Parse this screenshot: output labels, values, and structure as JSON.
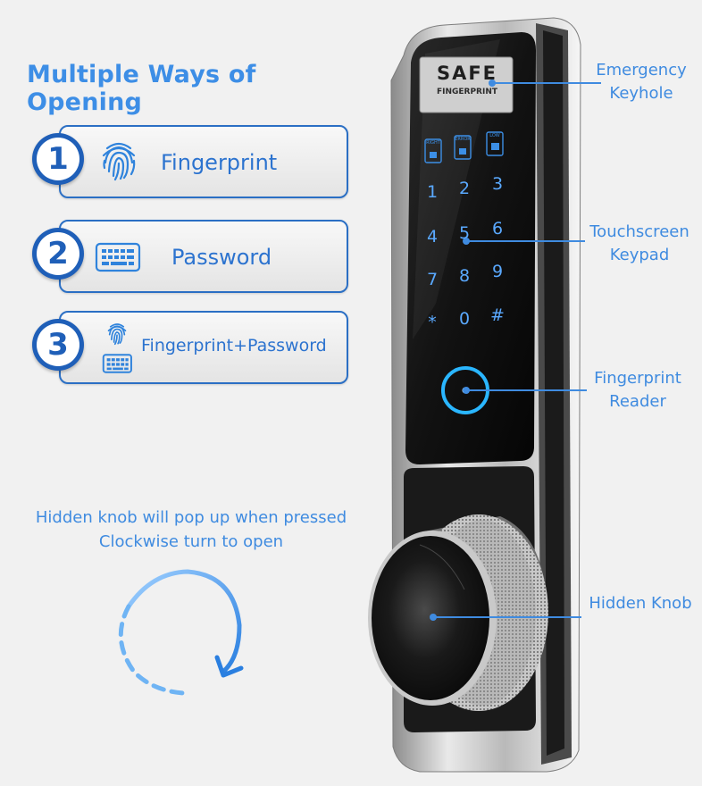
{
  "title": "Multiple Ways of Opening",
  "methods": [
    {
      "number": "1",
      "label": "Fingerprint",
      "icon": "fingerprint-icon"
    },
    {
      "number": "2",
      "label": "Password",
      "icon": "keyboard-icon"
    },
    {
      "number": "3",
      "label": "Fingerprint+Password",
      "icons": [
        "fingerprint-icon",
        "keyboard-icon"
      ]
    }
  ],
  "knob_note": {
    "line1": "Hidden knob will pop up when pressed",
    "line2": "Clockwise turn to open"
  },
  "lock": {
    "brand": "SAFE",
    "brand_sub": "FINGERPRINT",
    "status_icons": [
      "RIGHT",
      "ERROR",
      "LOW"
    ],
    "keys": [
      "1",
      "2",
      "3",
      "4",
      "5",
      "6",
      "7",
      "8",
      "9",
      "*",
      "0",
      "#"
    ]
  },
  "callouts": {
    "keyhole": {
      "line1": "Emergency",
      "line2": "Keyhole"
    },
    "keypad": {
      "line1": "Touchscreen",
      "line2": "Keypad"
    },
    "reader": {
      "line1": "Fingerprint",
      "line2": "Reader"
    },
    "knob": {
      "line1": "Hidden Knob"
    }
  },
  "colors": {
    "accent": "#3d8ee6",
    "badge": "#1f5fb8",
    "key_glow": "#5aa9ff",
    "reader_ring": "#2ab6ff"
  }
}
